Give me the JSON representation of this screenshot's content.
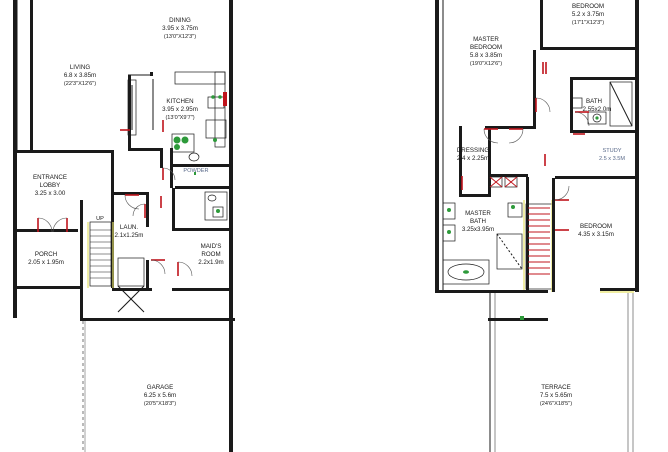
{
  "ground_floor": {
    "dining": {
      "name": "DINING",
      "size": "3.95 x 3.75m",
      "imperial": "(13'0\"X12'3\")"
    },
    "living": {
      "name": "LIVING",
      "size": "6.8 x 3.85m",
      "imperial": "(22'3\"X12'6\")"
    },
    "kitchen": {
      "name": "KITCHEN",
      "size": "3.95 x 2.95m",
      "imperial": "(13'0\"X9'7\")"
    },
    "powder": {
      "name": "POWDER"
    },
    "entrance": {
      "name1": "ENTRANCE",
      "name2": "LOBBY",
      "size": "3.25 x 3.00"
    },
    "laun": {
      "name": "LAUN.",
      "size": "2.1x1.25m"
    },
    "porch": {
      "name": "PORCH",
      "size": "2.05 x 1.95m"
    },
    "maids": {
      "name1": "MAID'S",
      "name2": "ROOM",
      "size": "2.2x1.9m"
    },
    "garage": {
      "name": "GARAGE",
      "size": "6.25 x 5.6m",
      "imperial": "(20'5\"X18'3\")"
    },
    "stair_tag": "UP"
  },
  "first_floor": {
    "bedroom_top": {
      "name": "BEDROOM",
      "size": "5.2 x 3.75m",
      "imperial": "(17'1\"X12'3\")"
    },
    "master": {
      "name1": "MASTER",
      "name2": "BEDROOM",
      "size": "5.8 x 3.85m",
      "imperial": "(19'0\"X12'6\")"
    },
    "bath": {
      "name": "BATH",
      "size": "2.55x2.0m"
    },
    "dressing": {
      "name": "DRESSING",
      "size": "2.4 x 2.25m"
    },
    "study": {
      "name": "STUDY",
      "size": "2.5 x 3.5M"
    },
    "master_bath": {
      "name1": "MASTER",
      "name2": "BATH",
      "size": "3.25x3.95m"
    },
    "bedroom_right": {
      "name": "BEDROOM",
      "size": "4.35 x 3.15m"
    },
    "terrace": {
      "name": "TERRACE",
      "size": "7.5 x 5.65m",
      "imperial": "(24'6\"X18'5\")"
    }
  },
  "colors": {
    "walls": "#1a1a1a",
    "doors": "#c0141c",
    "fixtures": "#2d9a3a",
    "stair_edge": "#e6e36b"
  }
}
